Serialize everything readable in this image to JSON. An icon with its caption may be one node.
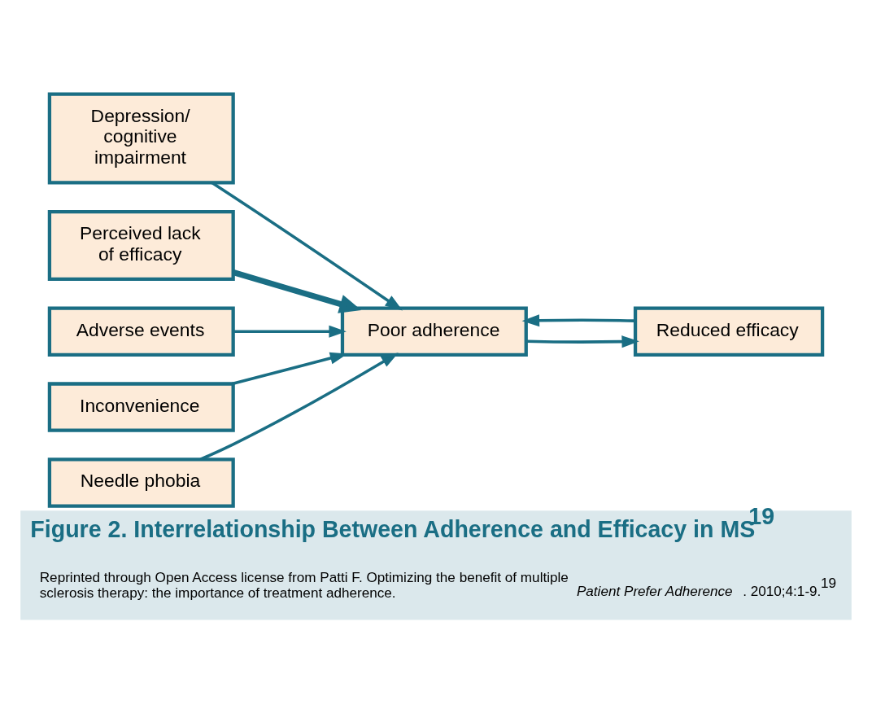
{
  "diagram": {
    "title": "Figure 2. Interrelationship Between Adherence and Efficacy in MS$^{19}$",
    "caption": "Reprinted through Open Access license from Patti F. Optimizing the benefit of multiple sclerosis therapy: the importance of treatment adherence. *Patient Prefer Adherence*. 2010;4:1-9.$^{19}$",
    "nodes": [
      {
        "text": [
          "Depression/ cognitive impairment"
        ]
      },
      {
        "text": [
          "Perceived lack of efficacy"
        ]
      },
      {
        "text": [
          "Adverse events"
        ]
      },
      {
        "text": [
          "Inconvenience"
        ]
      },
      {
        "text": [
          "Needle phobia"
        ]
      },
      {
        "text": [
          "Poor adherence"
        ]
      },
      {
        "text": [
          "Reduced efficacy"
        ]
      }
    ],
    "edges": [
      {
        "from": 0,
        "to": 5,
        "arrow": "to"
      },
      {
        "from": 1,
        "to": 5,
        "arrow": "to",
        "style": "thick"
      },
      {
        "from": 2,
        "to": 5,
        "arrow": "to"
      },
      {
        "from": 3,
        "to": 5,
        "arrow": "to"
      },
      {
        "from": 4,
        "to": 5,
        "arrow": "to"
      },
      {
        "from": 5,
        "to": 6,
        "arrow": "to"
      },
      {
        "from": 6,
        "to": 5,
        "arrow": "to"
      }
    ]
  }
}
